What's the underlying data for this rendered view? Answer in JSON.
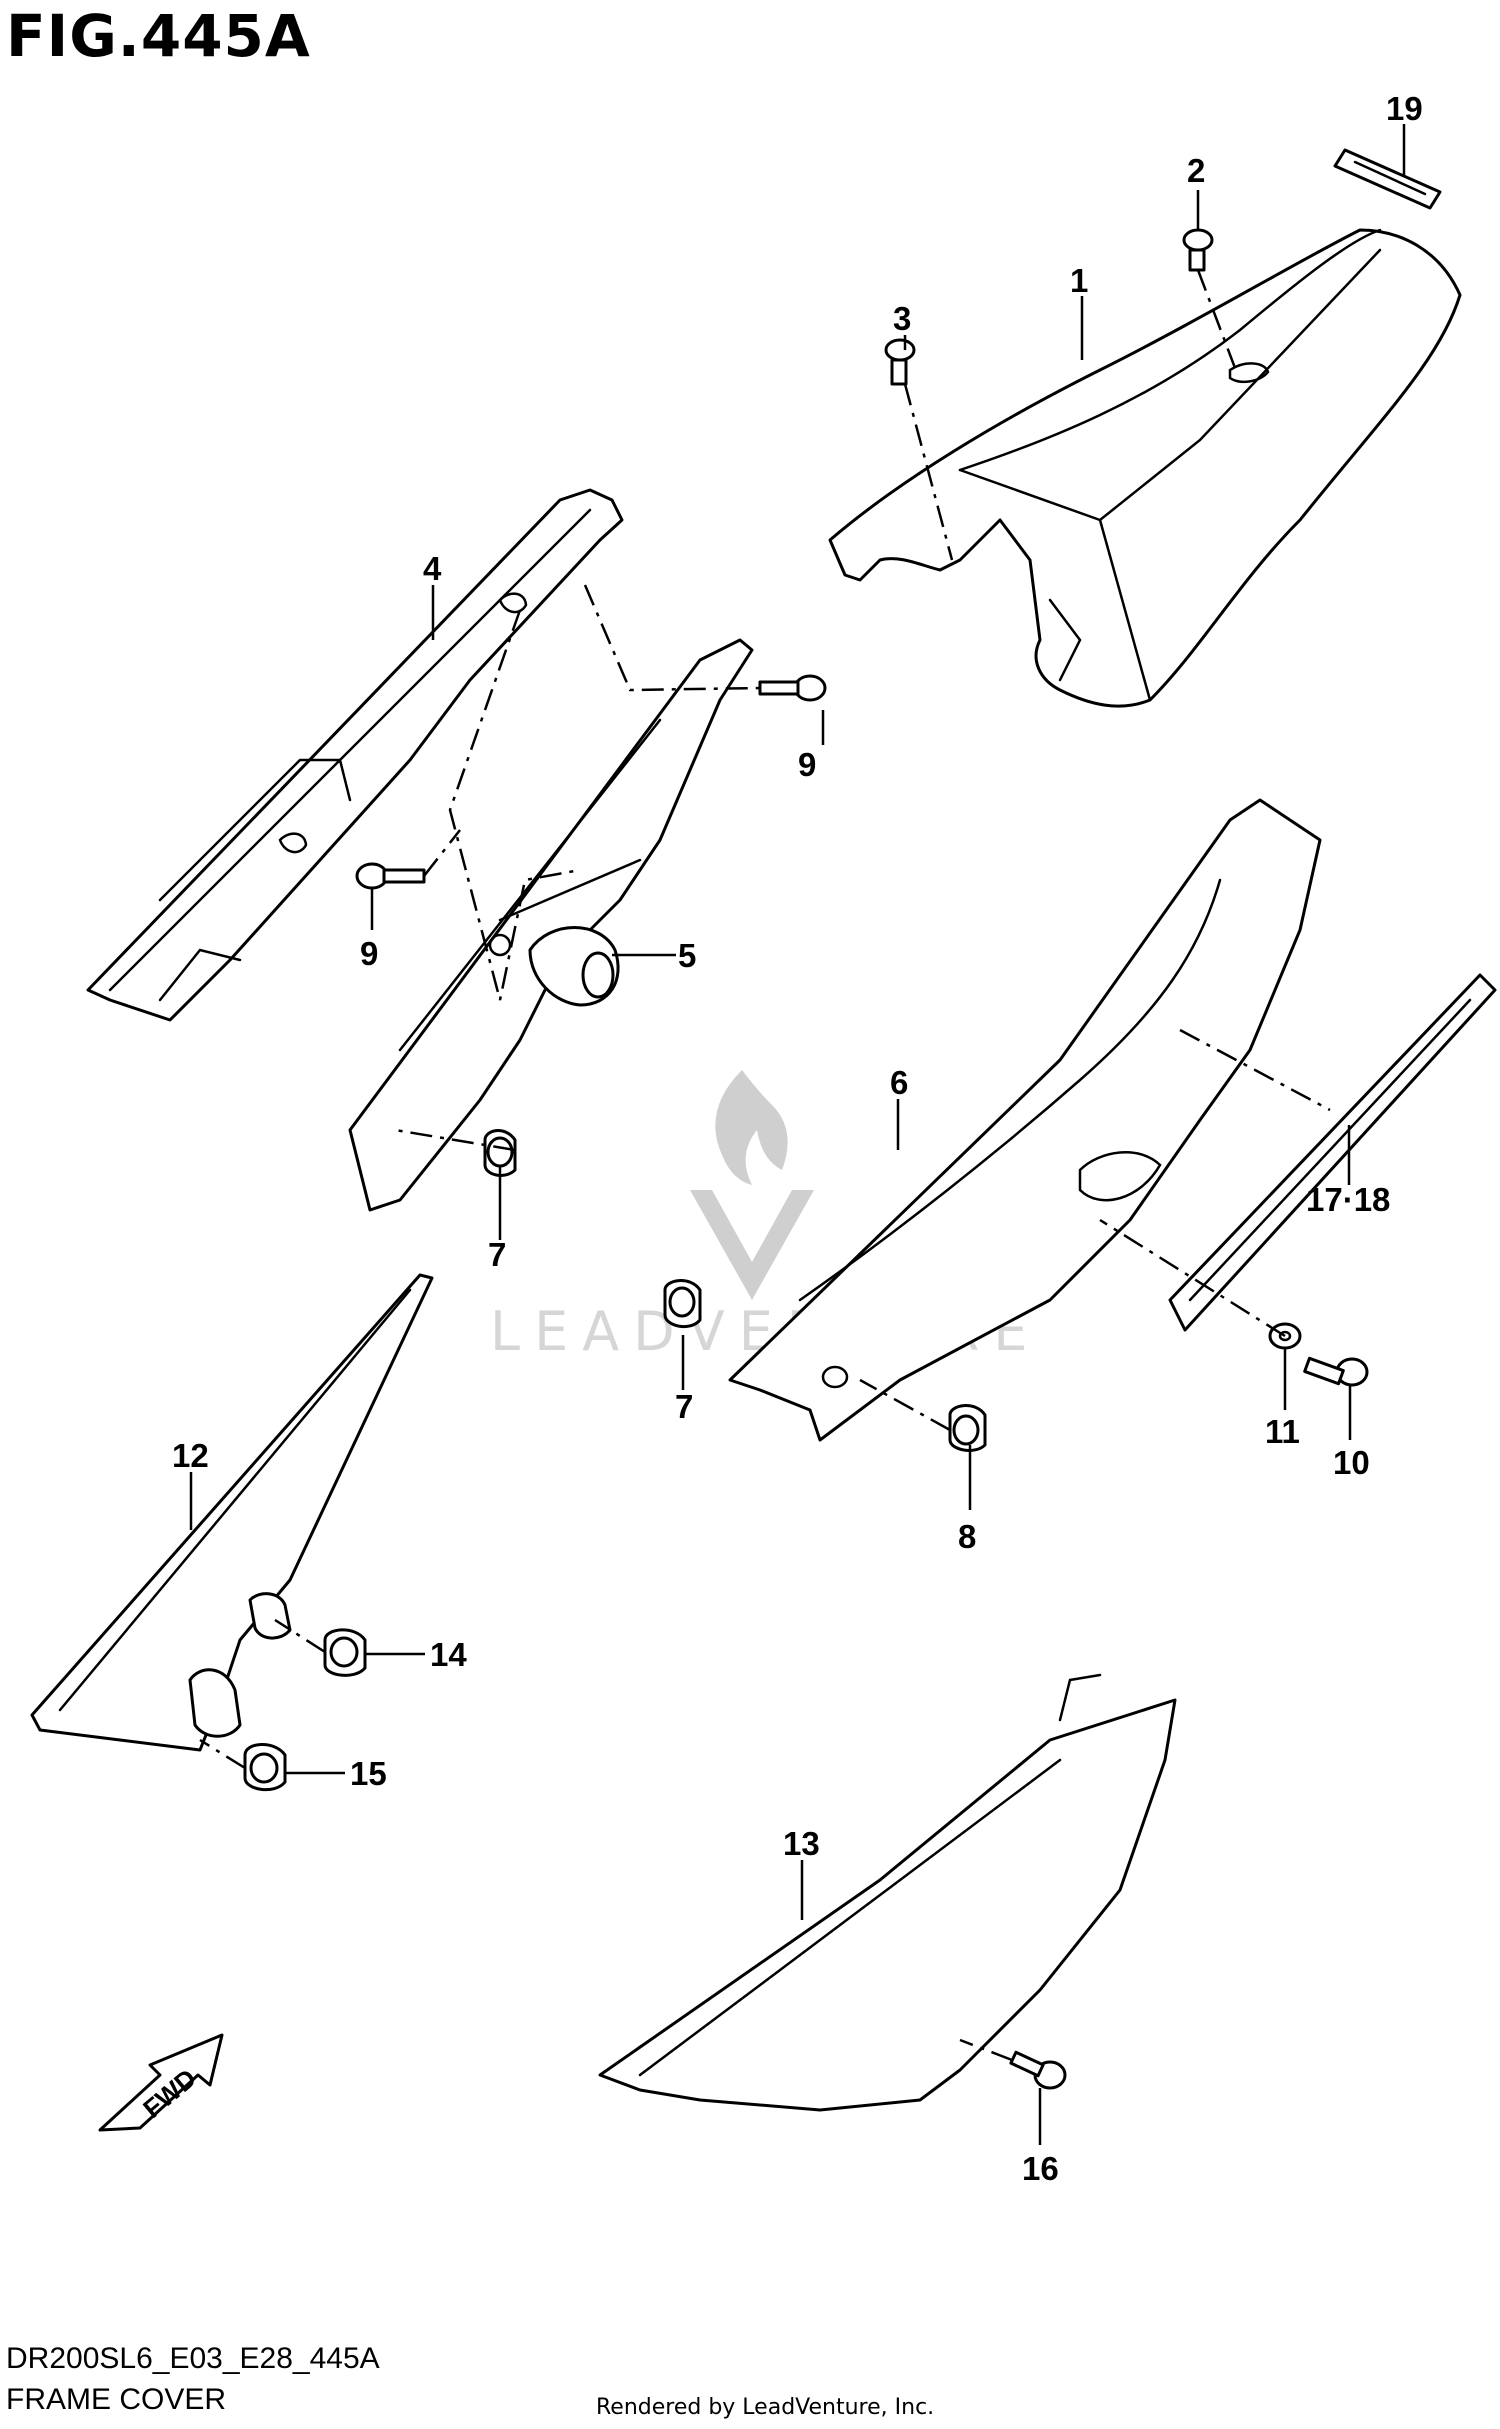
{
  "figure": {
    "title": "FIG.445A",
    "code": "DR200SL6_E03_E28_445A",
    "name": "FRAME COVER",
    "credit": "Rendered by LeadVenture, Inc.",
    "watermark": "LEADVENTURE",
    "fwd_label": "FWD"
  },
  "callouts": [
    {
      "id": "c1",
      "label": "1"
    },
    {
      "id": "c2",
      "label": "2"
    },
    {
      "id": "c3",
      "label": "3"
    },
    {
      "id": "c4",
      "label": "4"
    },
    {
      "id": "c5",
      "label": "5"
    },
    {
      "id": "c6",
      "label": "6"
    },
    {
      "id": "c7a",
      "label": "7"
    },
    {
      "id": "c7b",
      "label": "7"
    },
    {
      "id": "c8",
      "label": "8"
    },
    {
      "id": "c9a",
      "label": "9"
    },
    {
      "id": "c9b",
      "label": "9"
    },
    {
      "id": "c10",
      "label": "10"
    },
    {
      "id": "c11",
      "label": "11"
    },
    {
      "id": "c12",
      "label": "12"
    },
    {
      "id": "c13",
      "label": "13"
    },
    {
      "id": "c14",
      "label": "14"
    },
    {
      "id": "c15",
      "label": "15"
    },
    {
      "id": "c16",
      "label": "16"
    },
    {
      "id": "c1718",
      "label": "17·18"
    },
    {
      "id": "c19",
      "label": "19"
    }
  ]
}
